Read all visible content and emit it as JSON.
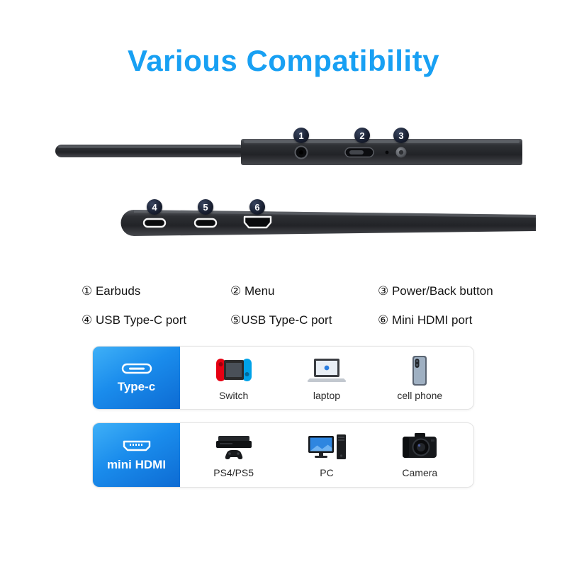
{
  "page": {
    "title": "Various Compatibility",
    "accent_color": "#18a0f3",
    "background": "#ffffff"
  },
  "callouts": {
    "badges": [
      {
        "n": "1"
      },
      {
        "n": "2"
      },
      {
        "n": "3"
      },
      {
        "n": "4"
      },
      {
        "n": "5"
      },
      {
        "n": "6"
      }
    ]
  },
  "legend": {
    "rows": [
      [
        {
          "text": "① Earbuds"
        },
        {
          "text": "② Menu"
        },
        {
          "text": "③ Power/Back button"
        }
      ],
      [
        {
          "text": "④ USB Type-C port"
        },
        {
          "text": "⑤USB Type-C port"
        },
        {
          "text": "⑥ Mini HDMI port"
        }
      ]
    ]
  },
  "cards": [
    {
      "label": "Type-c",
      "icon": "usb-c-connector-icon",
      "devices": [
        {
          "name": "Switch",
          "icon": "switch-icon"
        },
        {
          "name": "laptop",
          "icon": "laptop-icon"
        },
        {
          "name": "cell phone",
          "icon": "cell-phone-icon"
        }
      ]
    },
    {
      "label": "mini HDMI",
      "icon": "hdmi-connector-icon",
      "devices": [
        {
          "name": "PS4/PS5",
          "icon": "game-console-icon"
        },
        {
          "name": "PC",
          "icon": "desktop-pc-icon"
        },
        {
          "name": "Camera",
          "icon": "camera-icon"
        }
      ]
    }
  ]
}
